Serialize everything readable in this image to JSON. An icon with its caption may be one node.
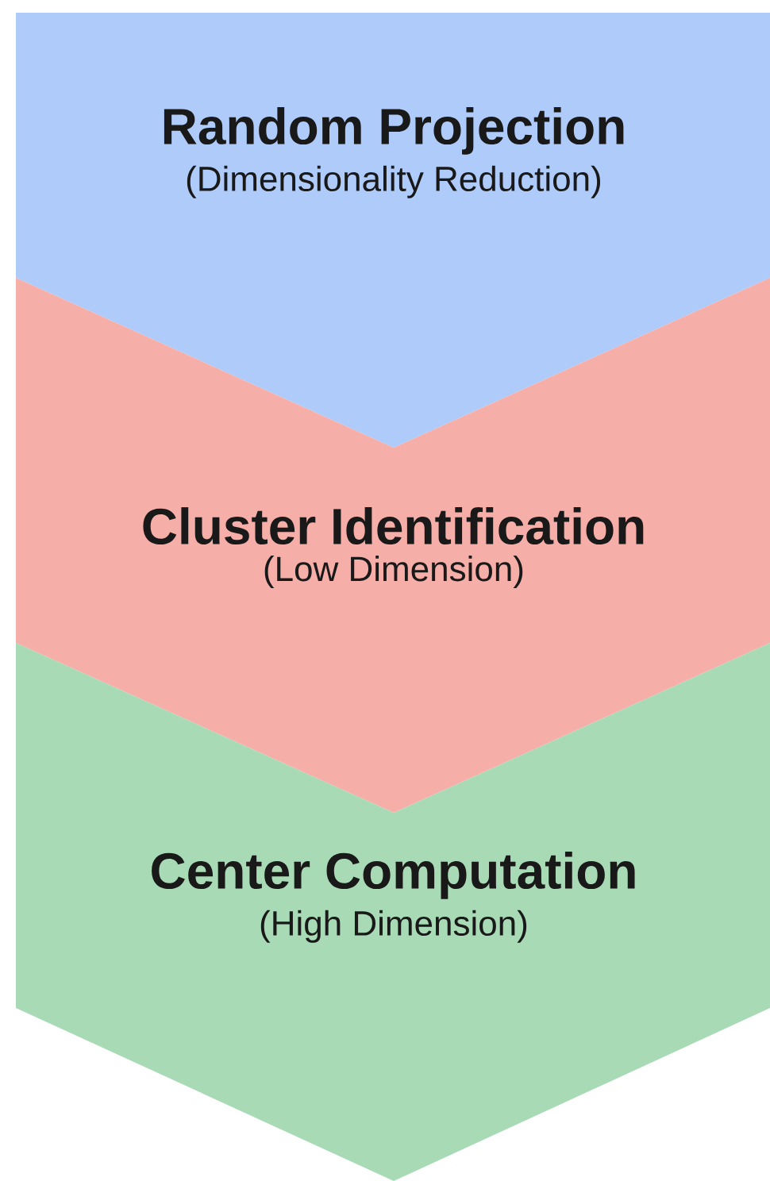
{
  "diagram": {
    "nodes": [
      {
        "text": [
          "Random Projection",
          "(Dimensionality Reduction)"
        ]
      },
      {
        "text": [
          "Cluster Identification",
          "(Low Dimension)"
        ]
      },
      {
        "text": [
          "Center Computation",
          "(High Dimension)"
        ]
      }
    ]
  }
}
